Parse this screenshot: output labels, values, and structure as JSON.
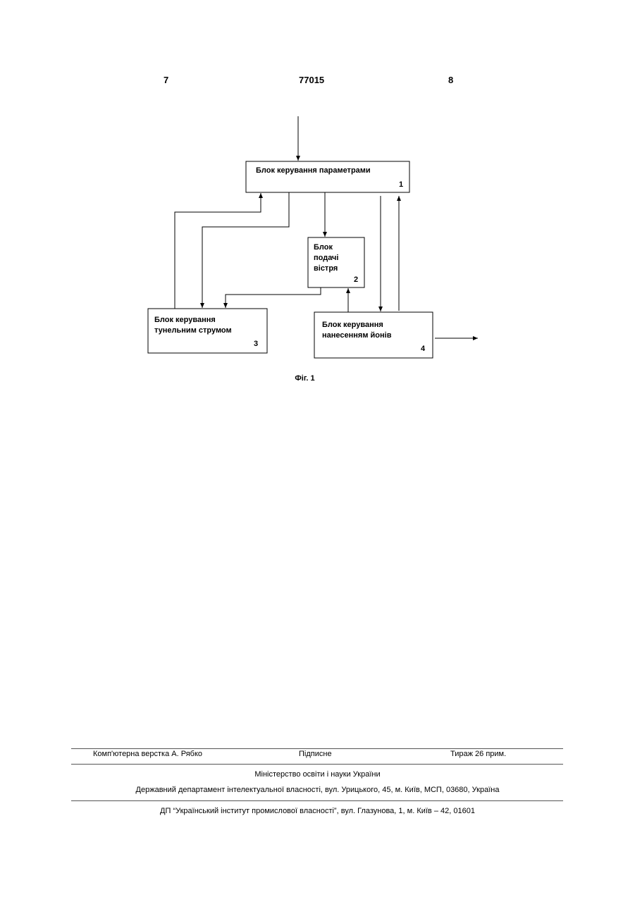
{
  "header": {
    "left_page": "7",
    "doc_number": "77015",
    "right_page": "8"
  },
  "diagram": {
    "blocks": [
      {
        "id": "block-1",
        "label": "Блок керування параметрами",
        "number": "1"
      },
      {
        "id": "block-2",
        "label": "Блок\nподачі\nвістря",
        "number": "2"
      },
      {
        "id": "block-3",
        "label": "Блок керування\nтунельним струмом",
        "number": "3"
      },
      {
        "id": "block-4",
        "label": "Блок керування\nнанесенням йонів",
        "number": "4"
      }
    ],
    "caption": "Фіг. 1"
  },
  "footer": {
    "layout": "Комп'ютерна верстка А. Рябко",
    "signed": "Підписне",
    "circulation": "Тираж 26 прим.",
    "ministry": "Міністерство освіти і науки України",
    "department": "Державний департамент інтелектуальної власності, вул. Урицького, 45, м. Київ, МСП, 03680, Україна",
    "institute": "ДП “Український інститут промислової власності”, вул. Глазунова, 1, м. Київ – 42, 01601"
  }
}
